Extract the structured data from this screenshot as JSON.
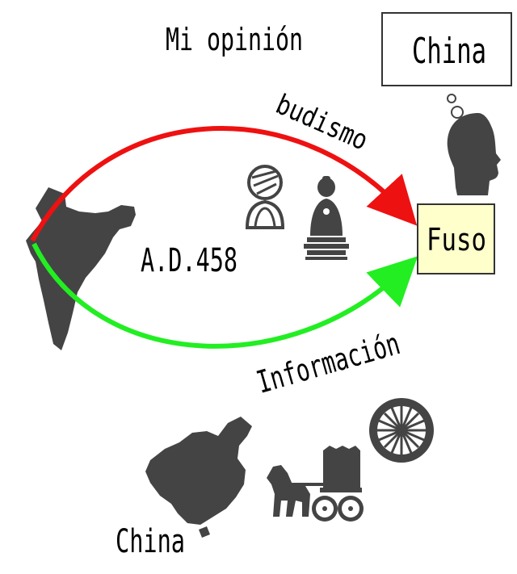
{
  "title": "Mi opinión",
  "china_box_label": "China",
  "fuso_label": "Fuso",
  "budismo_label": "budismo",
  "date_label": "A.D.458",
  "informacion_label": "Información",
  "china_bottom_label": "China",
  "colors": {
    "red_arrow": "#ee1111",
    "green_arrow": "#22ee22",
    "fuso_fill": "#ffffcc",
    "silhouette": "#444444"
  },
  "icons": [
    "india-map-icon",
    "monk-icon",
    "buddha-statue-icon",
    "china-map-icon",
    "horse-cart-icon",
    "wheel-icon",
    "thinking-head-icon"
  ]
}
